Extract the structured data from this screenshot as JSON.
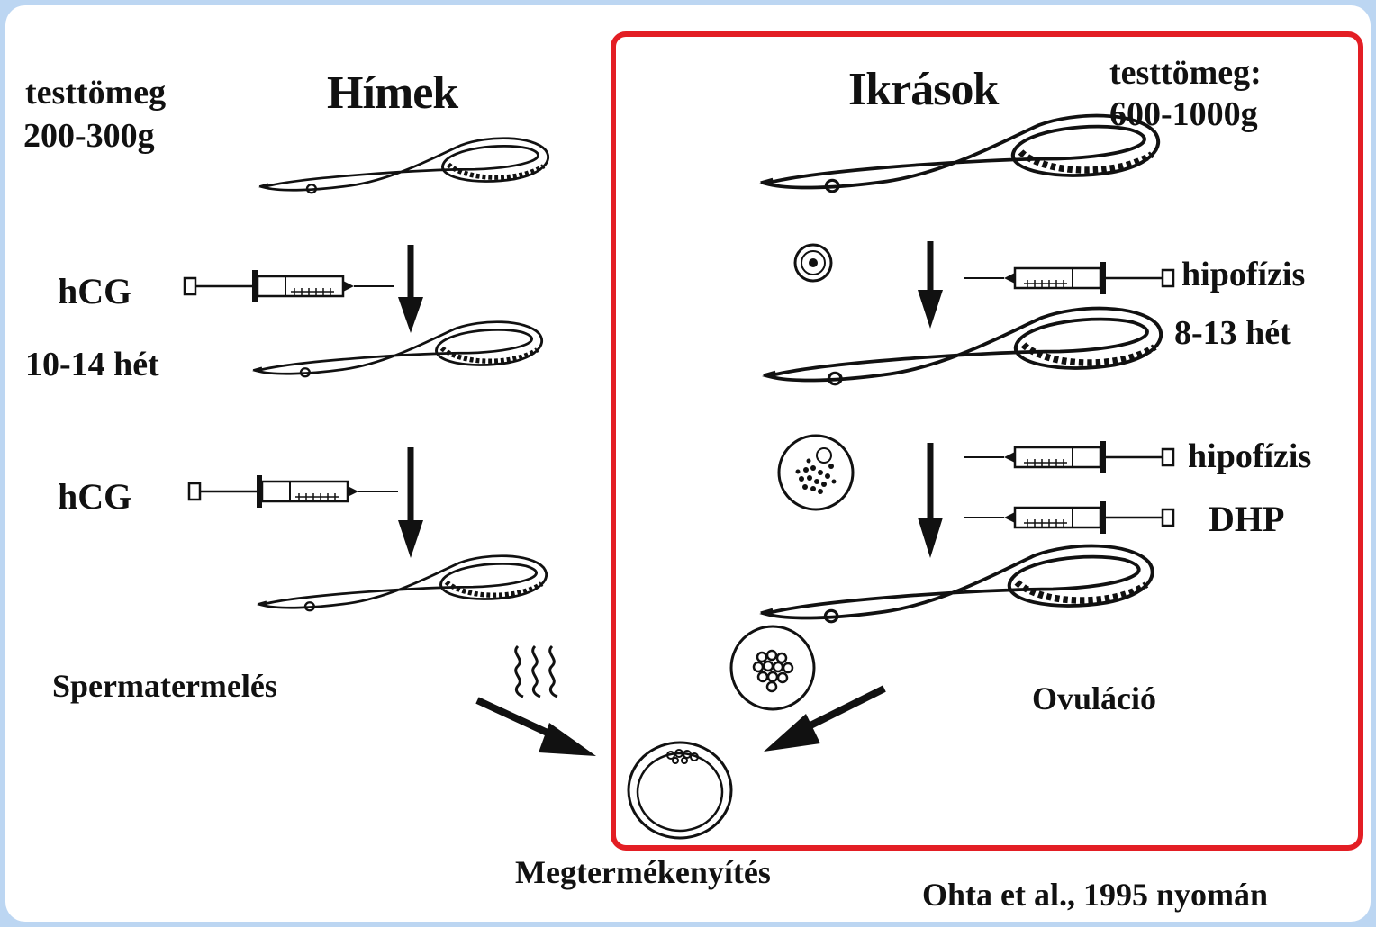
{
  "males": {
    "title": "Hímek",
    "weight_label": "testtömeg",
    "weight_value": "200-300g",
    "hormone_1": "hCG",
    "duration": "10-14 hét",
    "hormone_2": "hCG",
    "result": "Spermatermelés"
  },
  "females": {
    "title": "Ikrások",
    "weight_label": "testtömeg:",
    "weight_value": "600-1000g",
    "hormone_1": "hipofízis",
    "duration": "8-13 hét",
    "hormone_2": "hipofízis",
    "hormone_3": "DHP",
    "result": "Ovuláció"
  },
  "fertilization_label": "Megtermékenyítés",
  "source": "Ohta et al., 1995 nyomán",
  "colors": {
    "highlight_box": "#e31e24",
    "frame": "#bcd6f2"
  }
}
